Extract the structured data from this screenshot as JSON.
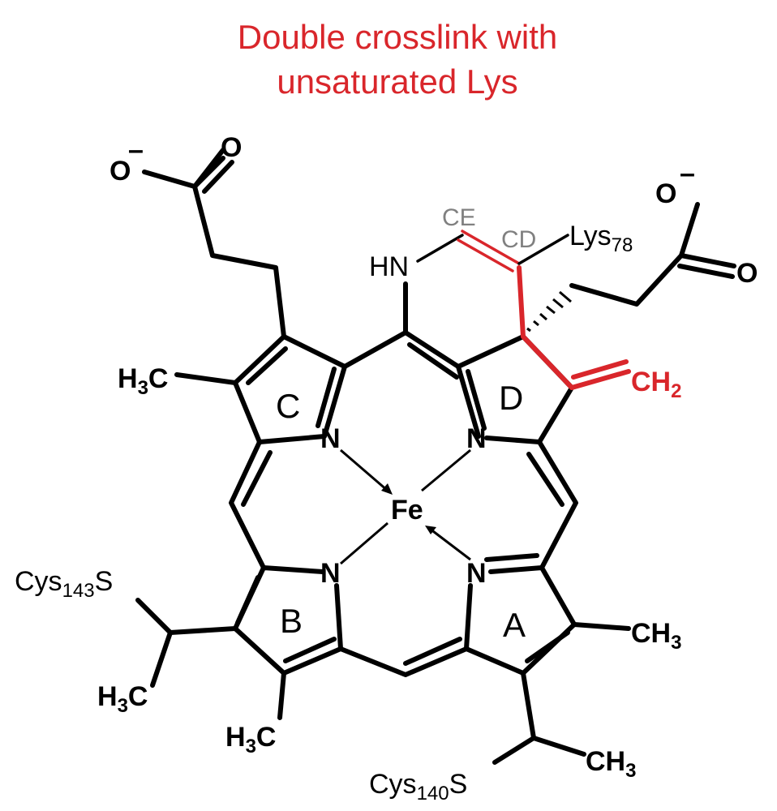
{
  "title": {
    "line1": "Double crosslink with",
    "line2": "unsaturated Lys",
    "color": "#d9262b"
  },
  "colors": {
    "bond": "#000000",
    "highlight": "#d9262b",
    "gray_label": "#808080"
  },
  "rings": {
    "A": "A",
    "B": "B",
    "C": "C",
    "D": "D"
  },
  "atoms": {
    "fe": "Fe",
    "n_c": "N",
    "n_d": "N",
    "n_b": "N",
    "n_a": "N",
    "hn": "HN",
    "ce": "CE",
    "cd": "CD",
    "lys": "Lys",
    "lys_sub": "78",
    "o_left_top": "O",
    "o_left_minus": "O",
    "o_right_top": "O",
    "o_right_side": "O",
    "minus": "–",
    "ch2_c": "CH",
    "ch2_sub": "2",
    "h3c_c_h": "H",
    "h3c_c_sub": "3",
    "h3c_c_c": "C",
    "cys143": "Cys",
    "cys143_sub": "143",
    "cys143_s": "S",
    "h3c_b1_h": "H",
    "h3c_b1_sub": "3",
    "h3c_b1_c": "C",
    "h3c_b2_h": "H",
    "h3c_b2_sub": "3",
    "h3c_b2_c": "C",
    "ch3_a": "CH",
    "ch3_a_sub": "3",
    "cys140": "Cys",
    "cys140_sub": "140",
    "cys140_s": "S",
    "ch3_bottom": "CH",
    "ch3_bottom_sub": "3"
  }
}
